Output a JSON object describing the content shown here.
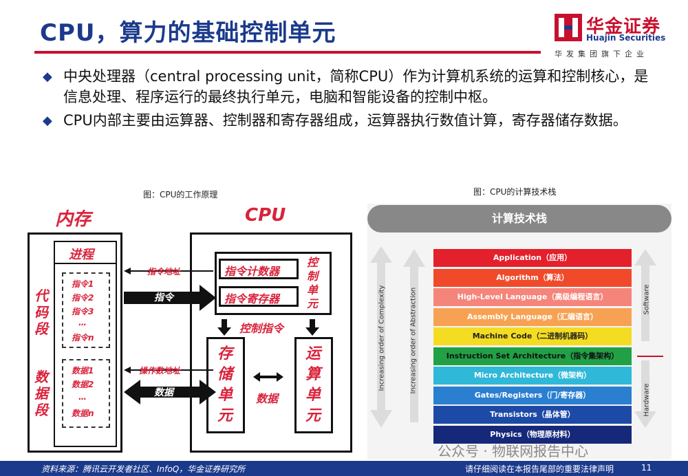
{
  "title": "CPU，算力的基础控制单元",
  "logo": {
    "cn": "华金证券",
    "en": "Huajin Securities",
    "sub": "华发集团旗下企业"
  },
  "bullets": [
    "中央处理器（central processing unit，简称CPU）作为计算机系统的运算和控制核心，是信息处理、程序运行的最终执行单元，电脑和智能设备的控制中枢。",
    "CPU内部主要由运算器、控制器和寄存器组成，运算器执行数值计算，寄存器储存数据。"
  ],
  "left_fig": {
    "caption": "图：CPU的工作原理",
    "memory": "内存",
    "cpu": "CPU",
    "process": "进程",
    "code_seg": "代码段",
    "data_seg": "数据段",
    "instructions": [
      "指令1",
      "指令2",
      "指令3",
      "…",
      "指令n"
    ],
    "datas": [
      "数据1",
      "数据2",
      "…",
      "数据n"
    ],
    "instr_addr": "指令地址",
    "instr": "指令",
    "op_addr": "操作数地址",
    "data": "数据",
    "pc": "指令计数器",
    "ir": "指令寄存器",
    "ctrl_unit": "控制单元",
    "ctrl_instr": "控制指令",
    "storage_unit": "存储单元",
    "data_mid": "数据",
    "alu": "运算单元"
  },
  "right_fig": {
    "caption": "图：CPU的计算技术栈",
    "banner": "计算技术栈",
    "left_arrow": "Increasing order of Complexity",
    "mid_arrow": "Increasing order of Abstraction",
    "software": "Software",
    "hardware": "Hardware",
    "layers": [
      {
        "label": "Application（应用）",
        "color": "#e3202b",
        "text": "#ffffff"
      },
      {
        "label": "Algorithm（算法）",
        "color": "#f04a2a",
        "text": "#ffffff"
      },
      {
        "label": "High-Level Language（高级编程语言）",
        "color": "#f5847b",
        "text": "#ffffff"
      },
      {
        "label": "Assembly Language（汇编语言）",
        "color": "#f7a253",
        "text": "#ffffff"
      },
      {
        "label": "Machine Code（二进制机器码）",
        "color": "#f4dc22",
        "text": "#222222"
      },
      {
        "label": "Instruction Set Architecture（指令集架构）",
        "color": "#21a046",
        "text": "#111111"
      },
      {
        "label": "Micro Architecture（微架构）",
        "color": "#30b8d8",
        "text": "#ffffff"
      },
      {
        "label": "Gates/Registers（门/寄存器）",
        "color": "#2b7fd0",
        "text": "#ffffff"
      },
      {
        "label": "Transistors（晶体管）",
        "color": "#1d4aa6",
        "text": "#ffffff"
      },
      {
        "label": "Physics（物理原材料）",
        "color": "#16287a",
        "text": "#ffffff"
      }
    ]
  },
  "watermark": "公众号 · 物联网报告中心",
  "footer": {
    "source": "资料来源：腾讯云开发者社区、InfoQ，华金证券研究所",
    "legal": "请仔细阅读在本报告尾部的重要法律声明",
    "page": "11"
  }
}
